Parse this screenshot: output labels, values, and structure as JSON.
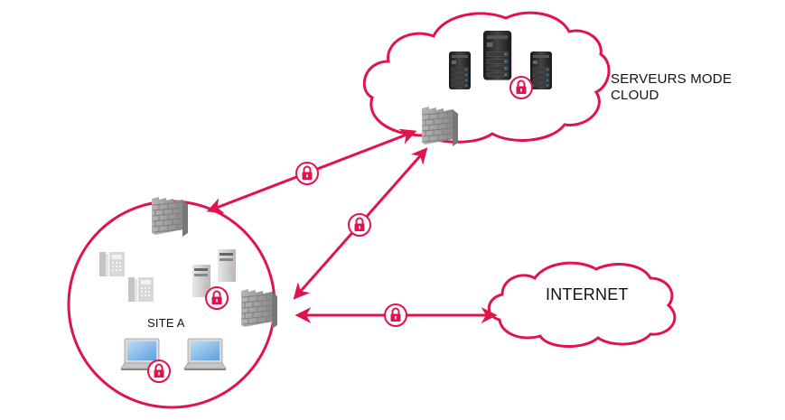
{
  "colors": {
    "accent": "#E0134F",
    "text": "#111111",
    "firewall": "#9a9a9a",
    "server": "#2a2a2a",
    "server_led": "#2fa3e0",
    "laptop_screen": "#7fb8e8",
    "phone": "#c8c8c8"
  },
  "labels": {
    "cloud_servers": "SERVEURS MODE CLOUD",
    "internet": "INTERNET",
    "site_a": "SITE A"
  },
  "nodes": [
    {
      "id": "cloud-servers",
      "type": "cloud",
      "label": "SERVEURS MODE CLOUD",
      "contains": [
        "server",
        "server",
        "server",
        "lock",
        "firewall"
      ]
    },
    {
      "id": "internet",
      "type": "cloud",
      "label": "INTERNET"
    },
    {
      "id": "site-a",
      "type": "circle",
      "label": "SITE A",
      "contains": [
        "firewall",
        "phone",
        "phone",
        "server",
        "server",
        "lock",
        "laptop",
        "laptop",
        "lock",
        "firewall"
      ]
    }
  ],
  "links": [
    {
      "from": "site-a-firewall-top",
      "to": "cloud-firewall",
      "bidirectional": true,
      "secured": true
    },
    {
      "from": "site-a-firewall-right",
      "to": "cloud-firewall",
      "bidirectional": true,
      "secured": true
    },
    {
      "from": "site-a-firewall-right",
      "to": "internet",
      "bidirectional": true,
      "secured": true
    }
  ],
  "icons": [
    "firewall-icon",
    "server-icon",
    "lock-icon",
    "phone-icon",
    "laptop-icon",
    "cloud-icon"
  ]
}
